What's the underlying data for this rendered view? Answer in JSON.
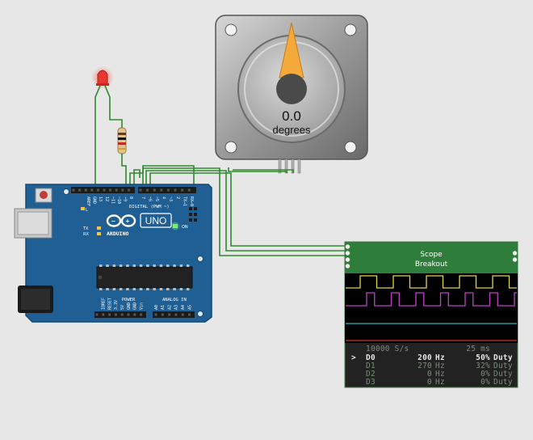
{
  "stepper": {
    "angle_value": "0.0",
    "angle_unit": "degrees",
    "needle_color": "#f4a93a"
  },
  "arduino": {
    "brand": "ARDUINO",
    "model": "UNO",
    "on_label": "ON",
    "tx_label": "TX",
    "rx_label": "RX",
    "digital_label": "DIGITAL (PWM ~)",
    "analog_label": "ANALOG IN",
    "power_label": "POWER",
    "top_pins": [
      "AREF",
      "GND",
      "13",
      "12",
      "~11",
      "~10",
      "~9",
      "8",
      "7",
      "~6",
      "~5",
      "4",
      "~3",
      "2",
      "TX→1",
      "RX←0"
    ],
    "power_pins": [
      "IOREF",
      "RESET",
      "3.3V",
      "5V",
      "GND",
      "GND",
      "Vin"
    ],
    "analog_pins": [
      "A0",
      "A1",
      "A2",
      "A3",
      "A4",
      "A5"
    ],
    "l_label": "L",
    "board_color": "#1f5f94"
  },
  "led": {
    "color": "#e8382f"
  },
  "scope": {
    "title_line1": "Scope",
    "title_line2": "Breakout",
    "sample_rate": "10000 S/s",
    "timebase": "25 ms",
    "channels": [
      {
        "selected": true,
        "arrow": ">",
        "name": "D0",
        "freq": "200",
        "unit": "Hz",
        "duty": "50%",
        "duty_label": "Duty",
        "color": "#e0d44a"
      },
      {
        "selected": false,
        "arrow": "",
        "name": "D1",
        "freq": "270",
        "unit": "Hz",
        "duty": "32%",
        "duty_label": "Duty",
        "color": "#c040c8"
      },
      {
        "selected": false,
        "arrow": "",
        "name": "D2",
        "freq": "0",
        "unit": "Hz",
        "duty": "0%",
        "duty_label": "Duty",
        "color": "#28b8c8"
      },
      {
        "selected": false,
        "arrow": "",
        "name": "D3",
        "freq": "0",
        "unit": "Hz",
        "duty": "0%",
        "duty_label": "Duty",
        "color": "#d83030"
      }
    ],
    "board_color": "#2f7d3a"
  }
}
